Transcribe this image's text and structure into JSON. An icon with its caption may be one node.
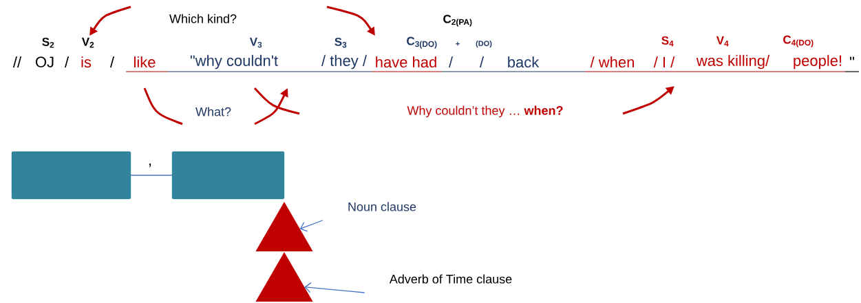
{
  "diagram": {
    "nodes": [
      {
        "text": [],
        "shape": "box"
      },
      {
        "text": [],
        "shape": "box"
      },
      {
        "text": [],
        "shape": "triangle"
      },
      {
        "text": [],
        "shape": "triangle"
      },
      {
        "text": [
          "Noun clause"
        ]
      },
      {
        "text": [
          "Adverb of Time clause"
        ]
      }
    ],
    "edges": [
      {
        "from": 0,
        "to": 1,
        "arrow": "none"
      },
      {
        "from": 4,
        "to": 2,
        "arrow": "to"
      },
      {
        "from": 5,
        "to": 3,
        "arrow": "to"
      }
    ],
    "labels": [
      "Which kind?",
      "C$_{2(PA)}$",
      "S$_{2}$",
      "V$_{2}$",
      "V$_{3}$",
      "S$_{3}$",
      "C$_{3(DO)}$",
      "+",
      "(DO)",
      "S$_{4}$",
      "V$_{4}$",
      "C$_{4(DO)}$",
      "//",
      "OJ",
      "/",
      "is",
      "/",
      "like",
      "\"why  couldn't",
      "/ they /",
      "have had",
      "/",
      "/",
      "back",
      "/ when",
      "/ I /",
      "was killing/",
      "people!",
      "\"",
      "What?",
      "Why couldn’t they … **when?**",
      ","
    ]
  }
}
